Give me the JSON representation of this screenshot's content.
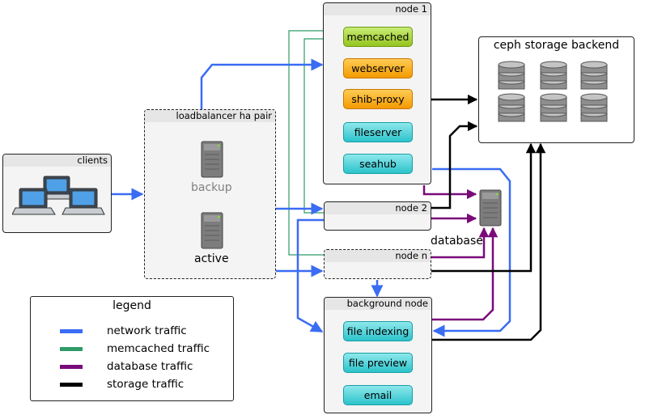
{
  "clients": {
    "title": "clients"
  },
  "loadbalancer": {
    "title": "loadbalancer ha pair",
    "backup_label": "backup",
    "active_label": "active"
  },
  "node1": {
    "title": "node 1",
    "services": {
      "memcached": "memcached",
      "webserver": "webserver",
      "shib_proxy": "shib-proxy",
      "fileserver": "fileserver",
      "seahub": "seahub"
    }
  },
  "node2": {
    "title": "node 2"
  },
  "noden": {
    "title": "node n"
  },
  "background_node": {
    "title": "background node",
    "services": {
      "file_indexing": "file indexing",
      "file_preview": "file preview",
      "email": "email"
    }
  },
  "ceph": {
    "title": "ceph storage backend"
  },
  "database": {
    "label": "database"
  },
  "legend": {
    "title": "legend",
    "items": [
      {
        "label": "network traffic",
        "color": "#3a6cf4"
      },
      {
        "label": "memcached traffic",
        "color": "#2f9a68"
      },
      {
        "label": "database traffic",
        "color": "#7a0a7a"
      },
      {
        "label": "storage traffic",
        "color": "#000000"
      }
    ]
  },
  "colors": {
    "network": "#3a6cf4",
    "memcached": "#2f9a68",
    "database": "#7a0a7a",
    "storage": "#000000"
  }
}
